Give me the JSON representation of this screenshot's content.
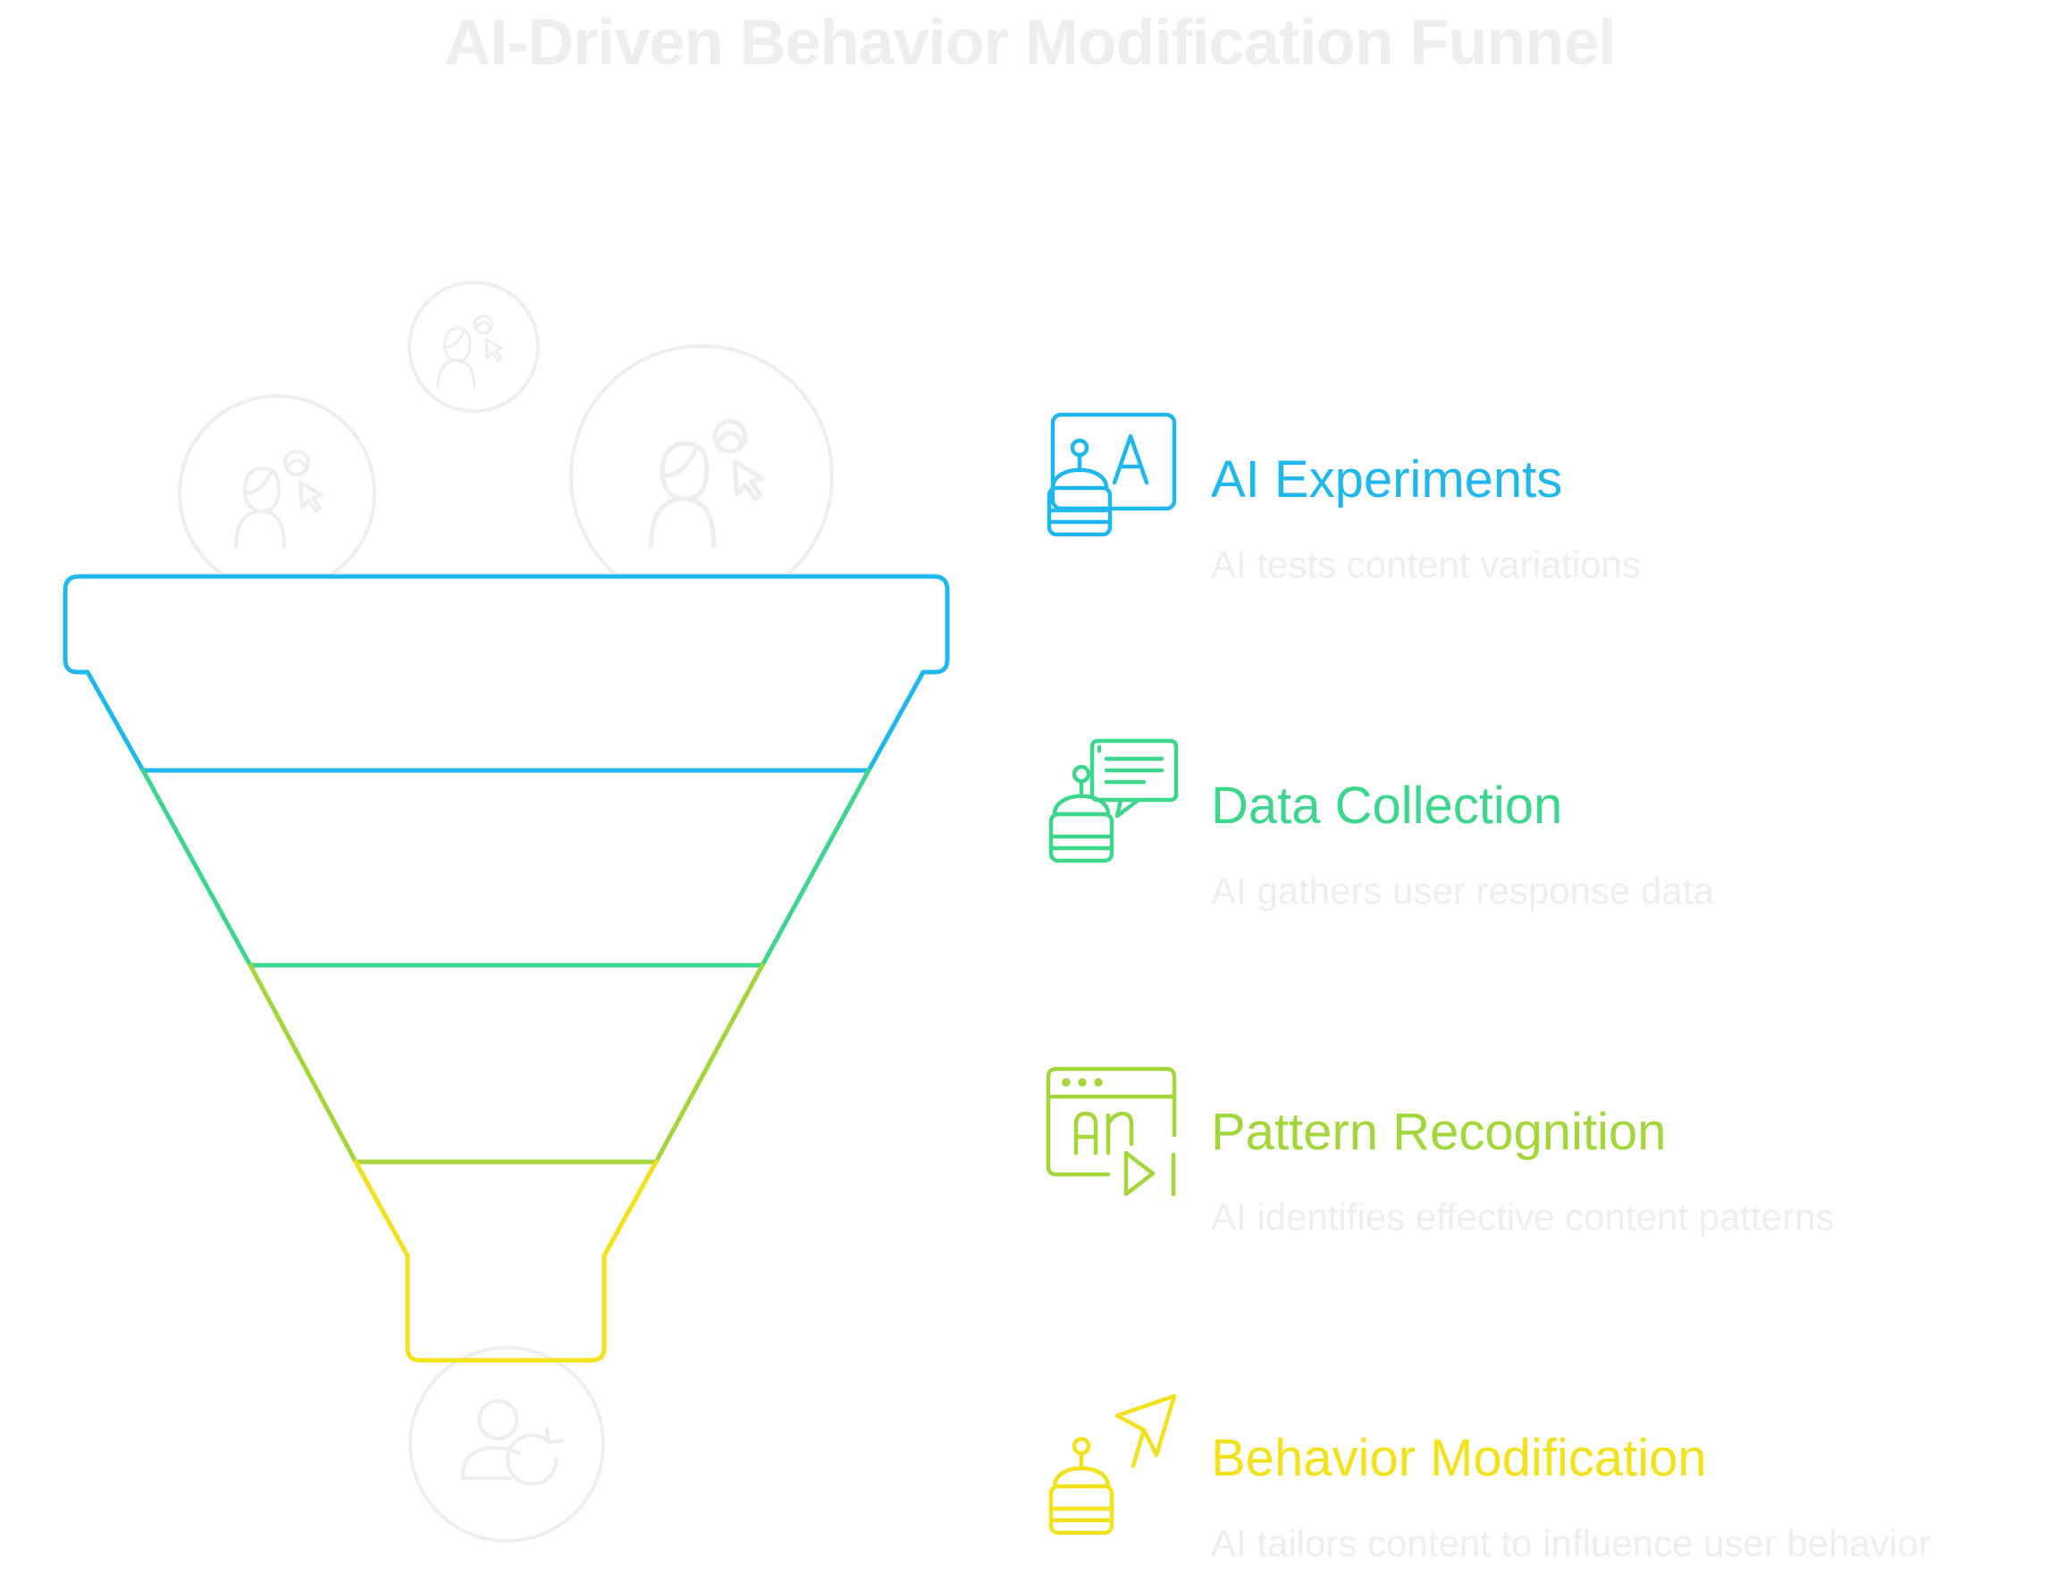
{
  "title": "AI-Driven Behavior Modification Funnel",
  "colors": {
    "title": "#eeeeee",
    "description": "#eeeeee",
    "circle": "#eeeeee",
    "stage_1": "#1fb7ec",
    "stage_2": "#3dd68c",
    "stage_3": "#a2d63a",
    "stage_4": "#f2e11b"
  },
  "input_icons": [
    "user-click-icon",
    "user-click-icon",
    "user-click-icon"
  ],
  "output_icon": "user-refresh-icon",
  "stages": [
    {
      "title": "AI Experiments",
      "description": "AI tests content variations",
      "icon": "robot-ab-test-icon",
      "color": "#1fb7ec"
    },
    {
      "title": "Data Collection",
      "description": "AI gathers user response data",
      "icon": "robot-chat-icon",
      "color": "#3dd68c"
    },
    {
      "title": "Pattern Recognition",
      "description": "AI identifies effective content patterns",
      "icon": "ai-window-play-icon",
      "color": "#a2d63a"
    },
    {
      "title": "Behavior Modification",
      "description": "AI tailors content to influence user behavior",
      "icon": "robot-send-icon",
      "color": "#f2e11b"
    }
  ]
}
